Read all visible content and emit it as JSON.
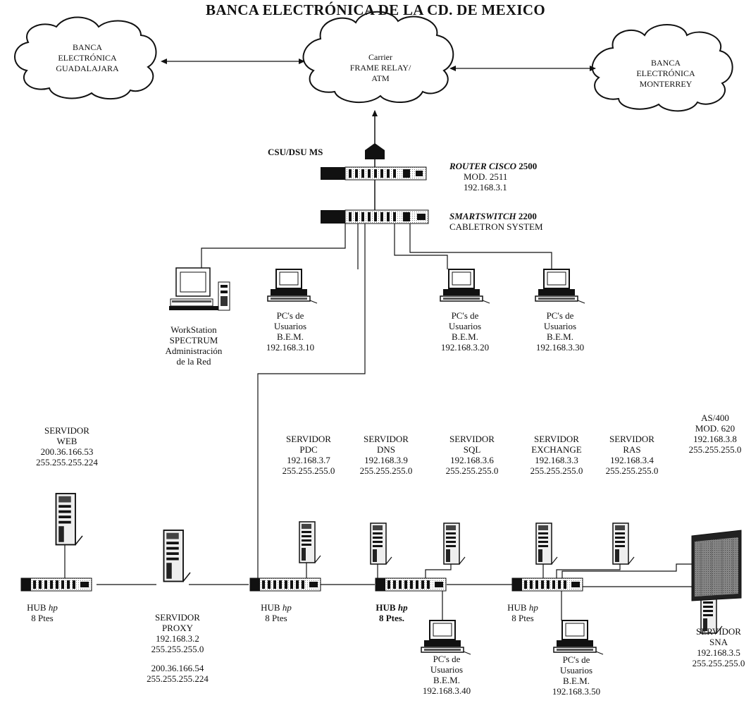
{
  "title": "BANCA ELECTRÓNICA DE LA CD. DE MEXICO",
  "clouds": {
    "left": [
      "BANCA",
      "ELECTRÓNICA",
      "GUADALAJARA"
    ],
    "center": [
      "Carrier",
      "FRAME RELAY/",
      "ATM"
    ],
    "right": [
      "BANCA",
      "ELECTRÓNICA",
      "MONTERREY"
    ]
  },
  "csu": "CSU/DSU MS",
  "router": {
    "name": "ROUTER CISCO",
    "num": "2500",
    "model": "MOD. 2511",
    "ip": "192.168.3.1"
  },
  "switch": {
    "name": "SMARTSWITCH",
    "num": "2200",
    "vendor": "CABLETRON SYSTEM"
  },
  "workstation": [
    "WorkStation",
    "SPECTRUM",
    "Administración",
    "de la Red"
  ],
  "pc1": [
    "PC's de",
    "Usuarios",
    "B.E.M.",
    "192.168.3.10"
  ],
  "pc2": [
    "PC's de",
    "Usuarios",
    "B.E.M.",
    "192.168.3.20"
  ],
  "pc3": [
    "PC's de",
    "Usuarios",
    "B.E.M.",
    "192.168.3.30"
  ],
  "pc4": [
    "PC's de",
    "Usuarios",
    "B.E.M.",
    "192.168.3.40"
  ],
  "pc5": [
    "PC's de",
    "Usuarios",
    "B.E.M.",
    "192.168.3.50"
  ],
  "srv_web": [
    "SERVIDOR",
    "WEB",
    "200.36.166.53",
    "255.255.255.224"
  ],
  "srv_pdc": [
    "SERVIDOR",
    "PDC",
    "192.168.3.7",
    "255.255.255.0"
  ],
  "srv_dns": [
    "SERVIDOR",
    "DNS",
    "192.168.3.9",
    "255.255.255.0"
  ],
  "srv_sql": [
    "SERVIDOR",
    "SQL",
    "192.168.3.6",
    "255.255.255.0"
  ],
  "srv_exchange": [
    "SERVIDOR",
    "EXCHANGE",
    "192.168.3.3",
    "255.255.255.0"
  ],
  "srv_ras": [
    "SERVIDOR",
    "RAS",
    "192.168.3.4",
    "255.255.255.0"
  ],
  "as400": [
    "AS/400",
    "MOD. 620",
    "192.168.3.8",
    "255.255.255.0"
  ],
  "srv_proxy": [
    "SERVIDOR",
    "PROXY",
    "192.168.3.2",
    "255.255.255.0",
    "",
    "200.36.166.54",
    "255.255.255.224"
  ],
  "srv_sna": [
    "SERVIDOR",
    "SNA",
    "192.168.3.5",
    "255.255.255.0"
  ],
  "hub": {
    "name": "HUB",
    "brand": "hp",
    "ports": "8 Ptes"
  },
  "hub_ports_alt": "8 Ptes."
}
